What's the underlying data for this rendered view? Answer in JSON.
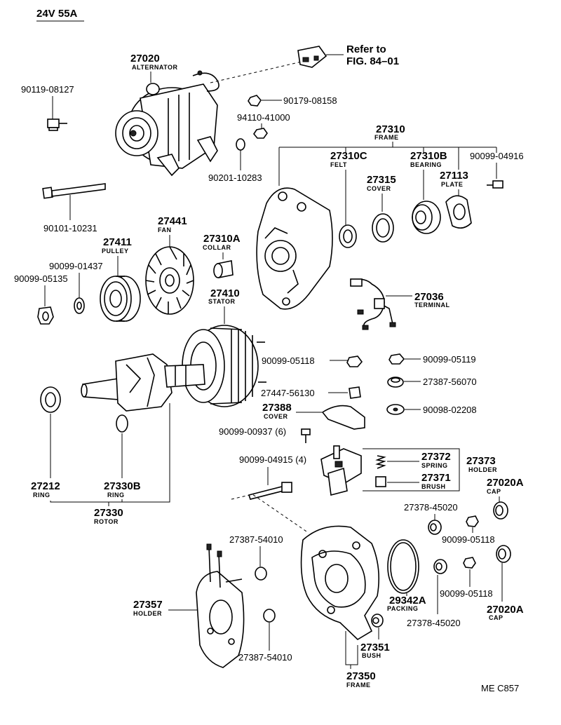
{
  "header": {
    "spec": "24V 55A",
    "code": "ME C857"
  },
  "refer": {
    "line1": "Refer to",
    "line2": "FIG. 84–01"
  },
  "parts": {
    "p27020": {
      "num": "27020",
      "name": "ALTERNATOR"
    },
    "p9011908127": {
      "num": "90119-08127"
    },
    "p9017908158": {
      "num": "90179-08158"
    },
    "p9411041000": {
      "num": "94110-41000"
    },
    "p9020110283": {
      "num": "90201-10283"
    },
    "p27310": {
      "num": "27310",
      "name": "FRAME"
    },
    "p27310C": {
      "num": "27310C",
      "name": "FELT"
    },
    "p27310B": {
      "num": "27310B",
      "name": "BEARING"
    },
    "p9009904916": {
      "num": "90099-04916"
    },
    "p27315": {
      "num": "27315",
      "name": "COVER"
    },
    "p27113": {
      "num": "27113",
      "name": "PLATE"
    },
    "p9010110231": {
      "num": "90101-10231"
    },
    "p27441": {
      "num": "27441",
      "name": "FAN"
    },
    "p27310A": {
      "num": "27310A",
      "name": "COLLAR"
    },
    "p27411": {
      "num": "27411",
      "name": "PULLEY"
    },
    "p9009901437": {
      "num": "90099-01437"
    },
    "p9009905135": {
      "num": "90099-05135"
    },
    "p27036": {
      "num": "27036",
      "name": "TERMINAL"
    },
    "p27410": {
      "num": "27410",
      "name": "STATOR"
    },
    "p9009905118a": {
      "num": "90099-05118"
    },
    "p9009905119": {
      "num": "90099-05119"
    },
    "p2738756070": {
      "num": "27387-56070"
    },
    "p2744756130": {
      "num": "27447-56130"
    },
    "p27388": {
      "num": "27388",
      "name": "COVER"
    },
    "p9009802208": {
      "num": "90098-02208"
    },
    "p9009900937": {
      "num": "90099-00937 (6)"
    },
    "p9009904915": {
      "num": "90099-04915 (4)"
    },
    "p27372": {
      "num": "27372",
      "name": "SPRING"
    },
    "p27373": {
      "num": "27373",
      "name": "HOLDER"
    },
    "p27371": {
      "num": "27371",
      "name": "BRUSH"
    },
    "p27212": {
      "num": "27212",
      "name": "RING"
    },
    "p27330B": {
      "num": "27330B",
      "name": "RING"
    },
    "p27330": {
      "num": "27330",
      "name": "ROTOR"
    },
    "p27020Atop": {
      "num": "27020A",
      "name": "CAP"
    },
    "p2737845020a": {
      "num": "27378-45020"
    },
    "p9009905118b": {
      "num": "90099-05118"
    },
    "p2738754010a": {
      "num": "27387-54010"
    },
    "p29342A": {
      "num": "29342A",
      "name": "PACKING"
    },
    "p9009905118c": {
      "num": "90099-05118"
    },
    "p27020Abot": {
      "num": "27020A",
      "name": "CAP"
    },
    "p27357": {
      "num": "27357",
      "name": "HOLDER"
    },
    "p2737845020b": {
      "num": "27378-45020"
    },
    "p27351": {
      "num": "27351",
      "name": "BUSH"
    },
    "p2738754010b": {
      "num": "27387-54010"
    },
    "p27350": {
      "num": "27350",
      "name": "FRAME"
    }
  }
}
